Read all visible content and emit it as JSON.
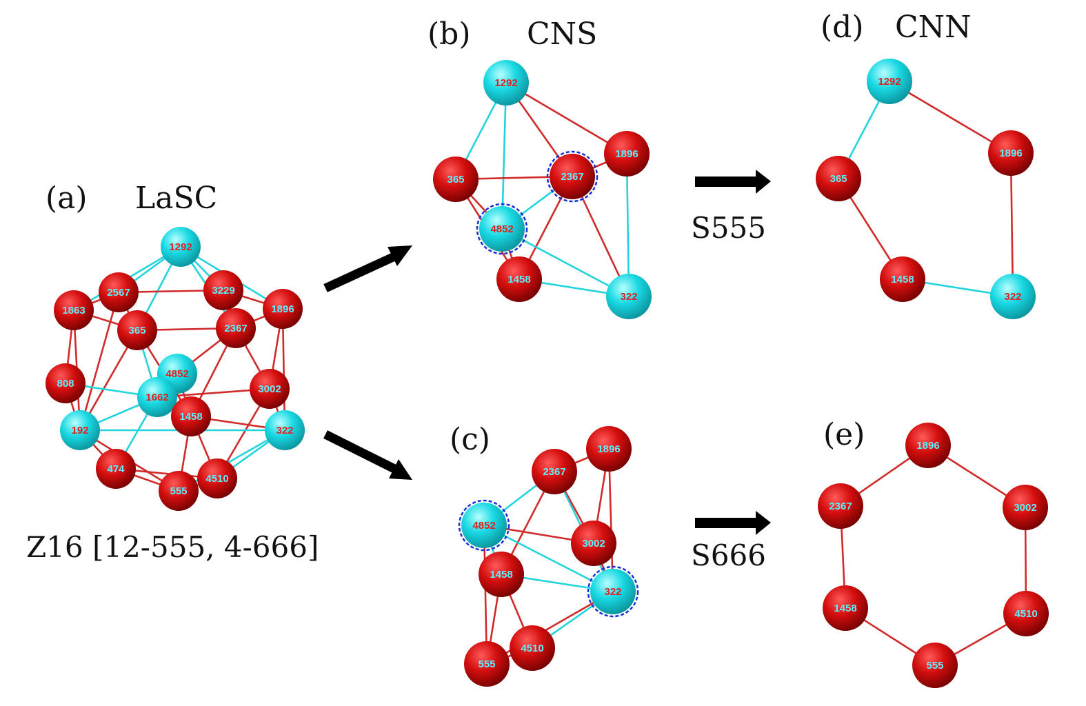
{
  "colors": {
    "la_atom": "#19d9e3",
    "sc_atom": "#d40e0e",
    "label_on_la": "#e02020",
    "label_on_sc": "#5ff0ff",
    "highlight_ring": "#1530d8"
  },
  "panels": {
    "a": {
      "tag": "(a)",
      "title": "LaSC",
      "caption": "Z16 [12-555, 4-666]"
    },
    "b": {
      "tag": "(b)",
      "title": "CNS"
    },
    "c": {
      "tag": "(c)"
    },
    "d": {
      "tag": "(d)",
      "title": "CNN"
    },
    "e": {
      "tag": "(e)"
    }
  },
  "arrows": {
    "top_label": "S555",
    "bottom_label": "S666"
  },
  "clusters": {
    "a": {
      "atoms": [
        {
          "id": "1292",
          "type": "La"
        },
        {
          "id": "2567",
          "type": "Sc"
        },
        {
          "id": "3229",
          "type": "Sc"
        },
        {
          "id": "1863",
          "type": "Sc"
        },
        {
          "id": "1896",
          "type": "Sc"
        },
        {
          "id": "365",
          "type": "Sc"
        },
        {
          "id": "2367",
          "type": "Sc"
        },
        {
          "id": "4852",
          "type": "La"
        },
        {
          "id": "808",
          "type": "Sc"
        },
        {
          "id": "1662",
          "type": "La"
        },
        {
          "id": "1458",
          "type": "Sc"
        },
        {
          "id": "3002",
          "type": "Sc"
        },
        {
          "id": "192",
          "type": "La"
        },
        {
          "id": "322",
          "type": "La"
        },
        {
          "id": "474",
          "type": "Sc"
        },
        {
          "id": "4510",
          "type": "Sc"
        },
        {
          "id": "555",
          "type": "Sc"
        }
      ]
    },
    "b": {
      "atoms": [
        {
          "id": "1292",
          "type": "La"
        },
        {
          "id": "365",
          "type": "Sc"
        },
        {
          "id": "2367",
          "type": "Sc",
          "highlight": true
        },
        {
          "id": "1896",
          "type": "Sc"
        },
        {
          "id": "4852",
          "type": "La",
          "highlight": true
        },
        {
          "id": "1458",
          "type": "Sc"
        },
        {
          "id": "322",
          "type": "La"
        }
      ]
    },
    "c": {
      "atoms": [
        {
          "id": "1896",
          "type": "Sc"
        },
        {
          "id": "2367",
          "type": "Sc"
        },
        {
          "id": "4852",
          "type": "La",
          "highlight": true
        },
        {
          "id": "3002",
          "type": "Sc"
        },
        {
          "id": "1458",
          "type": "Sc"
        },
        {
          "id": "322",
          "type": "La",
          "highlight": true
        },
        {
          "id": "4510",
          "type": "Sc"
        },
        {
          "id": "555",
          "type": "Sc"
        }
      ]
    },
    "d": {
      "atoms": [
        {
          "id": "1292",
          "type": "La"
        },
        {
          "id": "365",
          "type": "Sc"
        },
        {
          "id": "1896",
          "type": "Sc"
        },
        {
          "id": "1458",
          "type": "Sc"
        },
        {
          "id": "322",
          "type": "La"
        }
      ]
    },
    "e": {
      "atoms": [
        {
          "id": "1896",
          "type": "Sc"
        },
        {
          "id": "2367",
          "type": "Sc"
        },
        {
          "id": "3002",
          "type": "Sc"
        },
        {
          "id": "1458",
          "type": "Sc"
        },
        {
          "id": "4510",
          "type": "Sc"
        },
        {
          "id": "555",
          "type": "Sc"
        }
      ]
    }
  }
}
